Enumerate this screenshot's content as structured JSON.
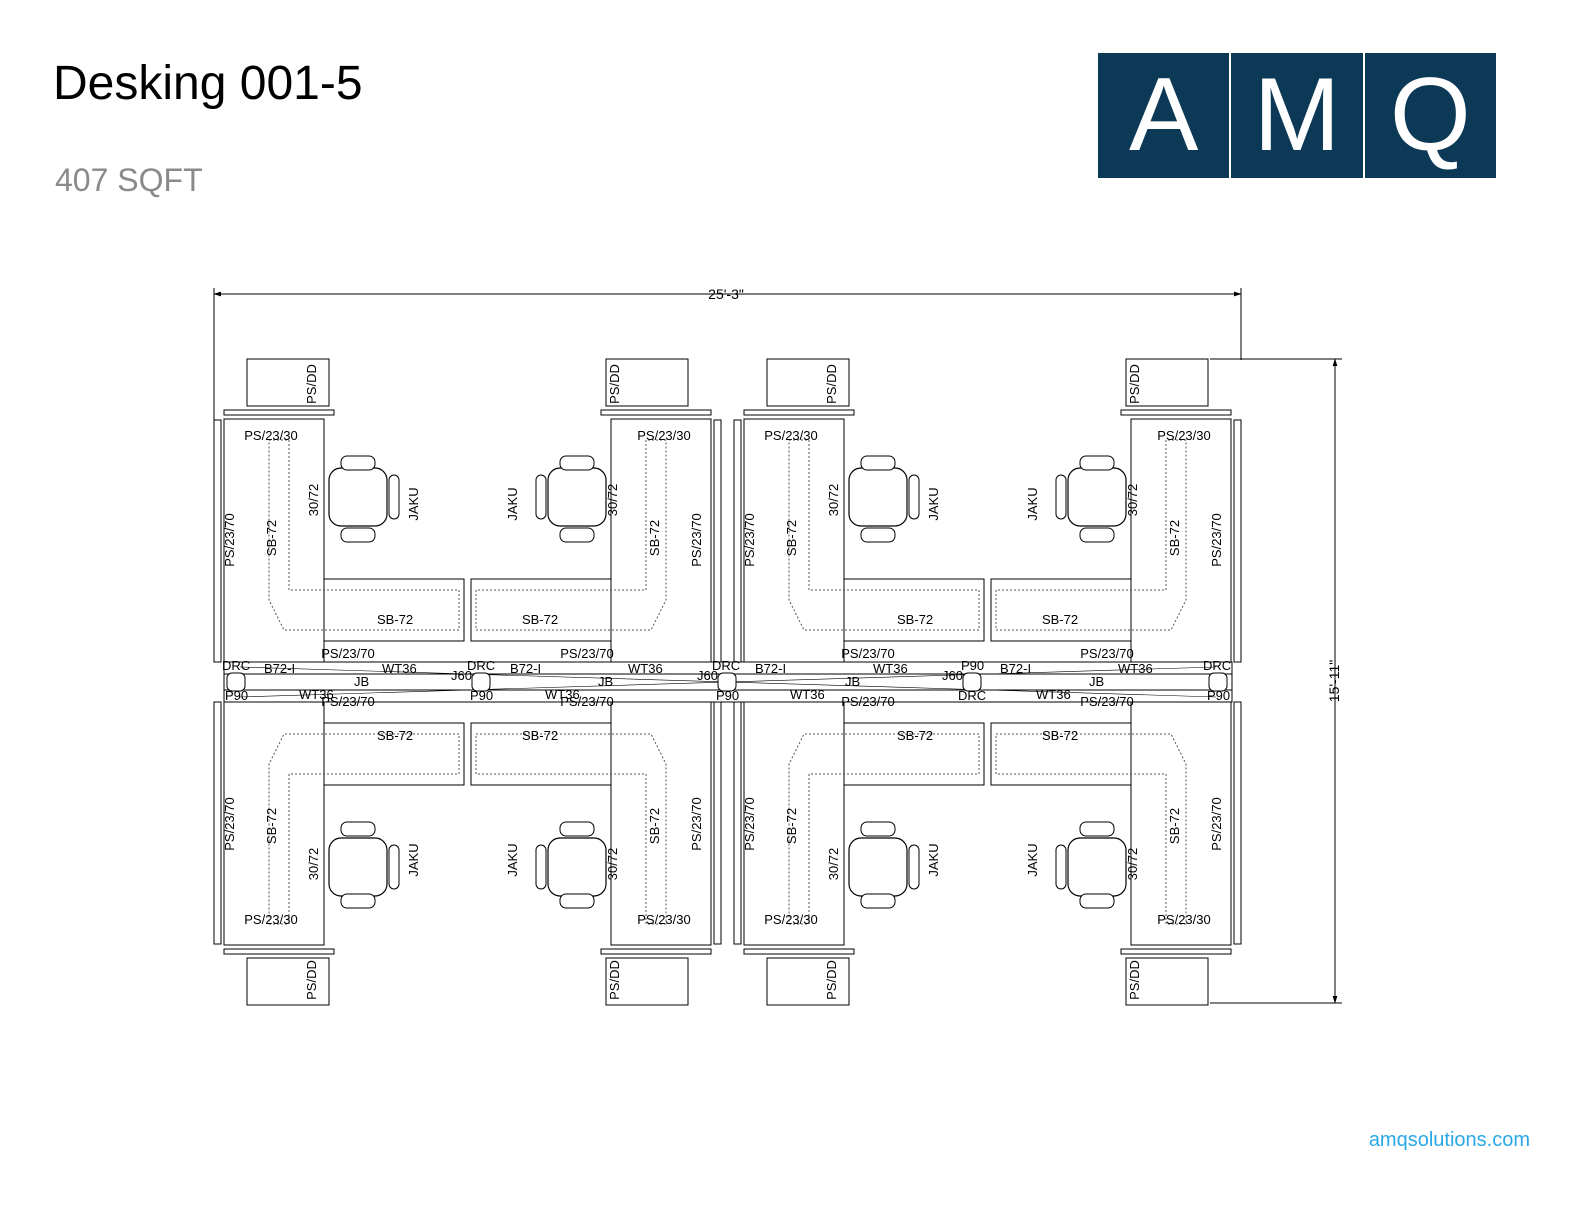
{
  "header": {
    "title": "Desking 001-5",
    "subtitle": "407 SQFT"
  },
  "logo": {
    "letters": [
      "A",
      "M",
      "Q"
    ],
    "color": "#0c3a56"
  },
  "footer": {
    "url": "amqsolutions.com",
    "color": "#2aa7e6"
  },
  "dimensions": {
    "width": "25'-3\"",
    "height": "15'-11\""
  },
  "labels": {
    "ps_dd": "PS/DD",
    "ps_23_30": "PS/23/30",
    "ps_23_70": "PS/23/70",
    "sb_72": "SB-72",
    "desk": "30/72",
    "chair": "JAKU",
    "b72": "B72-I",
    "wt36": "WT36",
    "jb": "JB",
    "j60": "J60",
    "drc": "DRC",
    "p90": "P90"
  }
}
